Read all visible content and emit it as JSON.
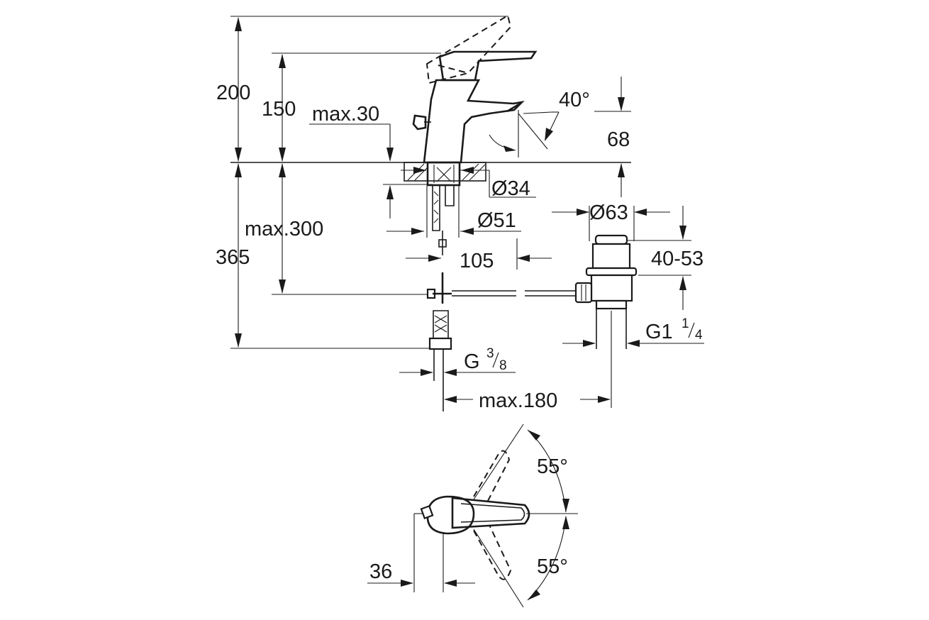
{
  "dimensions": {
    "h200": "200",
    "h150": "150",
    "max30": "max.30",
    "angle40": "40°",
    "h68": "68",
    "d34": "Ø34",
    "d51": "Ø51",
    "d63": "Ø63",
    "max300": "max.300",
    "h365": "365",
    "w105": "105",
    "r40_53": "40-53",
    "g1": "G1",
    "g1_num": "1",
    "g1_den": "4",
    "g38": "G",
    "g38_num": "3",
    "g38_den": "8",
    "max180": "max.180",
    "angle55_top": "55°",
    "angle55_bottom": "55°",
    "w36": "36"
  }
}
